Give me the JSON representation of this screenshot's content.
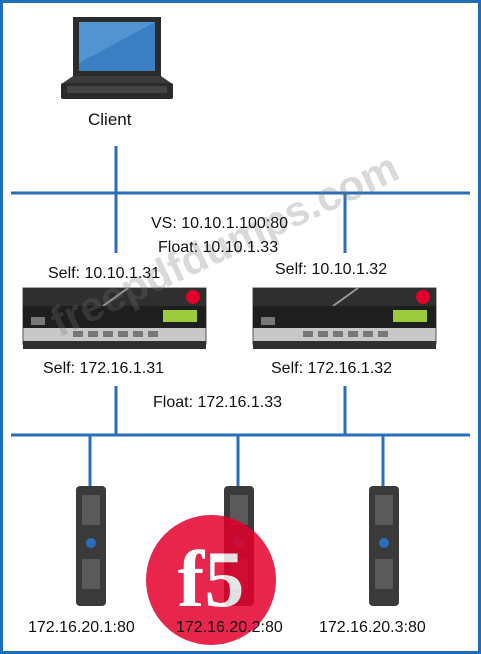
{
  "client": {
    "label": "Client"
  },
  "external": {
    "vs": "VS: 10.10.1.100:80",
    "float": "Float: 10.10.1.33",
    "self_left": "Self: 10.10.1.31",
    "self_right": "Self: 10.10.1.32"
  },
  "internal": {
    "self_left": "Self: 172.16.1.31",
    "self_right": "Self: 172.16.1.32",
    "float": "Float: 172.16.1.33"
  },
  "servers": [
    {
      "label": "172.16.20.1:80"
    },
    {
      "label": "172.16.20.2:80"
    },
    {
      "label": "172.16.20.3:80"
    }
  ],
  "watermark": "freepdfdumps.com",
  "logo_text": "f5",
  "colors": {
    "network_line": "#2a6ebb",
    "frame": "#1f6fb8",
    "f5_red": "#e4002b"
  }
}
